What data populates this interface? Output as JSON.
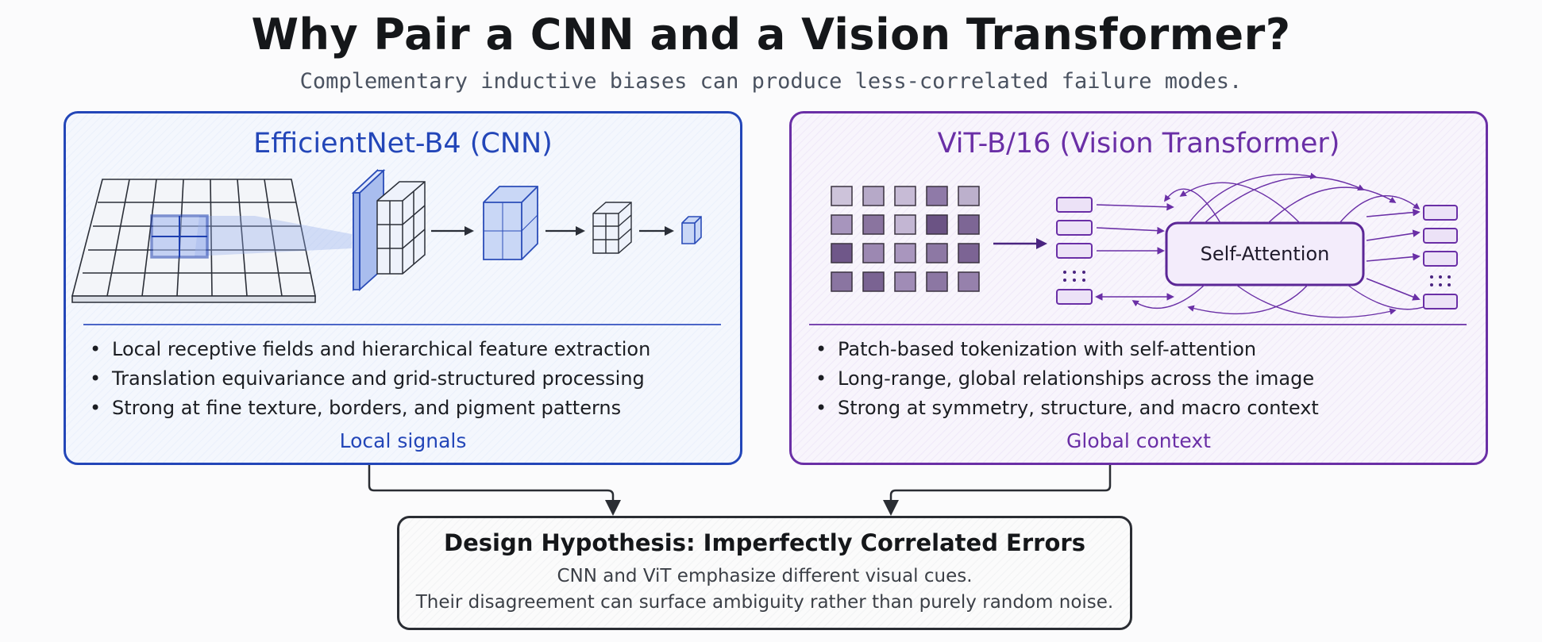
{
  "title": "Why Pair a CNN and a Vision Transformer?",
  "subtitle": "Complementary inductive biases can produce less-correlated failure modes.",
  "cnn_panel": {
    "title": "EfficientNet-B4 (CNN)",
    "bullets": [
      "Local receptive fields and hierarchical feature extraction",
      "Translation equivariance and grid-structured processing",
      "Strong at fine texture, borders, and pigment patterns"
    ],
    "footer": "Local signals",
    "accent": "#2346b8"
  },
  "vit_panel": {
    "title": "ViT-B/16 (Vision Transformer)",
    "attention_label": "Self-Attention",
    "bullets": [
      "Patch-based tokenization with self-attention",
      "Long-range, global relationships across the image",
      "Strong at symmetry, structure, and macro context"
    ],
    "footer": "Global context",
    "accent": "#6a2fa6"
  },
  "hypothesis": {
    "title": "Design Hypothesis: Imperfectly Correlated Errors",
    "line1": "CNN and ViT emphasize different visual cues.",
    "line2": "Their disagreement can surface ambiguity rather than purely random noise."
  },
  "icons": [
    "feature-grid",
    "conv-block",
    "patch-grid",
    "token-list",
    "attention-arrows"
  ]
}
